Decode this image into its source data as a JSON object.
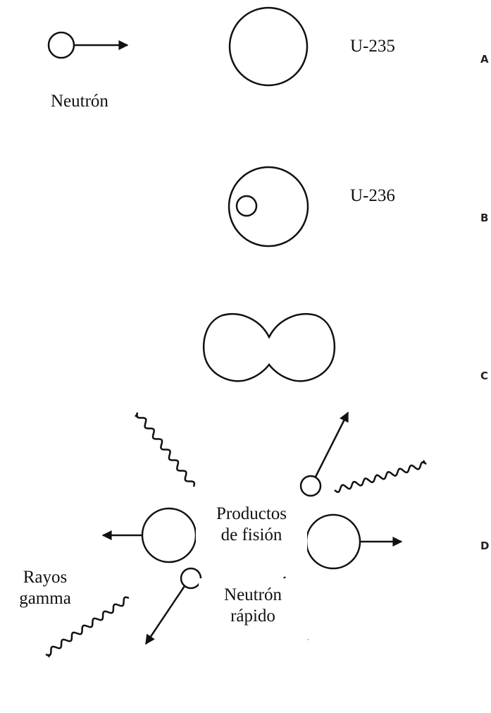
{
  "labels": {
    "neutron": "Neutrón",
    "u235": "U-235",
    "u236": "U-236",
    "fission_line1": "Productos",
    "fission_line2": "de fisión",
    "gamma_line1": "Rayos",
    "gamma_line2": "gamma",
    "fast_neutron_line1": "Neutrón",
    "fast_neutron_line2": "rápido"
  },
  "stages": [
    "A",
    "B",
    "C",
    "D"
  ],
  "colors": {
    "ink": "#111111",
    "background": "#ffffff"
  }
}
